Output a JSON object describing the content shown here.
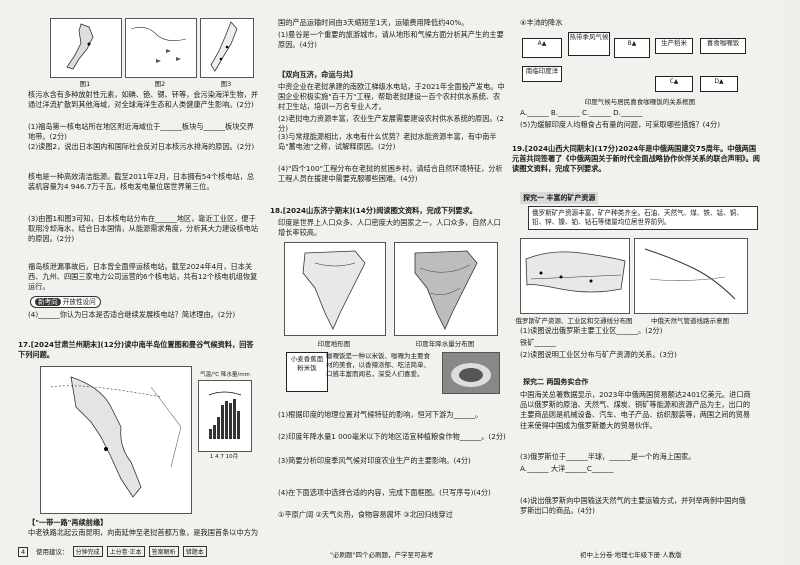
{
  "left": {
    "fig_caps": [
      "图1",
      "图2",
      "图3"
    ],
    "intro": "核污水含有多种放射性元素，如碘、铯、锶、钚等，会污染海洋生物，并通过洋流扩散到其他海域，对全球海洋生态和人类健康产生影响。(2分)",
    "q1": "(1)福岛第一核电站所在地区附近海域位于______板块与______板块交界地带。(2分)",
    "q2": "(2)读图2，说出日本国内和国际社会反对日本核污水排海的原因。(2分)",
    "para_nuclear": "核电是一种高效清洁能源。截至2011年2月，日本拥有54个核电站，总装机容量为4 946.7万千瓦，核电发电量位居世界第三位。",
    "q3": "(3)由图1和图3可知，日本核电站分布在______地区，靠近工业区，便于取用冷却海水，结合日本国情，从能源需求角度，分析其大力建设核电站的原因。(2分)",
    "para_fukushima": "福岛核泄漏事故后，日本曾全面停运核电站。截至2024年4月，日本关西、九州、四国三家电力公司运营的6个核电站，共有12个核电机组恢复运行。",
    "tag_new": "新考向",
    "tag_open": "开放性设问",
    "q4": "(4)______你认为日本是否适合继续发展核电站？简述理由。(2分)",
    "q17": "17.[2024甘肃兰州期末](12分)读中南半岛位置图和曼谷气候资料，回答下列问题。",
    "climate_label": "气温/℃ 降水量/mm",
    "months": "1 4 7 10月",
    "belt_title": "【\"一带一路\"再续前缘】",
    "belt_text": "中老铁路北起云南昆明，向南延伸至老挝首都万象，是我国首条以中方为主投资建设、全线采用中国标准，与中国铁路网直接连通的国际铁路。",
    "page_no": "4",
    "footer_label": "使用建议：",
    "footer_tags": [
      "分钟完成",
      "上分卷·正本",
      "答案解析",
      "错题本"
    ]
  },
  "middle": {
    "top1": "国的产品运输时间由3天缩短至1天，运输费用降低约40%。",
    "q17_1": "(1)曼谷是一个重要的旅游城市，请从地形和气候方面分析其产生的主要原因。(4分)",
    "section_title": "【双向互济，命运与共】",
    "para1": "中资企业在老挝承建的南欧江梯级水电站，于2021年全面投产发电。中国企业积极实施\"百千万\"工程，帮助老挝建设一百个农村供水系统、农村卫生站，培训一万名专业人才。",
    "q2": "(2)老挝电力资源丰富，农业生产发展需要建设农村供水系统的原因。(2分)",
    "q3": "(3)与常规能源相比，水电有什么优势？老挝水能资源丰富，有中南半岛\"蓄电池\"之称，试解释原因。(2分)",
    "q4": "(4)\"四个100\"工程分布在老挝的贫困乡村，请结合自然环境特征，分析工程人员在援建中需要克服哪些困难。(4分)",
    "q18": "18.[2024山东济宁期末](14分)阅读图文资料，完成下列要求。",
    "q18_desc": "印度是世界上人口众多、人口密度大的国家之一，人口众多，自然人口增长率较高。",
    "map1_cap": "印度地形图",
    "map2_cap": "印度年降水量分布图",
    "food_label": "小麦香蕉面粉米饭",
    "food_text": "咖喱饭是一种以米饭、咖喱为主要食材的美食，以香辣浓郁、吃法简单、口感丰富而闻名，深受人们喜爱。",
    "q18_1": "(1)根据印度的地理位置对气候特征的影响，恒河下游为______。",
    "q18_2": "(2)印度年降水量1 000毫米以下的地区适宜种植粮食作物______。(2分)",
    "q18_3": "(3)简要分析印度季风气候对印度农业生产的主要影响。(4分)",
    "q18_4": "(4)在下面选项中选择合适的内容，完成下面框图。(只写序号)(4分)",
    "options": "①平原广阔   ②天气炎热，食物容易腐坏   ③北回归线穿过",
    "footer": "\"必刷题\"四个必刷题，产学至可高考"
  },
  "right": {
    "flow_title": "④丰沛的降水",
    "flow_boxes": [
      "热带季风气候",
      "生产稻米",
      "喜食咖喱饭",
      "南临印度洋"
    ],
    "flow_caption": "印度气候与居民喜食咖喱饭的关系框图",
    "blanks": "A.______  B.______  C.______  D.______",
    "q5": "(5)为缓解印度人均粮食占有量的问题，可采取哪些措施？(4分)",
    "q19": "19.[2024山西大同期末](17分)2024年是中俄两国建交75周年。中俄两国元首共同签署了《中俄两国关于新时代全面战略协作伙伴关系的联合声明》。阅读图文资料，完成下列要求。",
    "explore1": "探究一 丰富的矿产资源",
    "mineral_box": "俄罗斯矿产资源丰富，矿产种类齐全。石油、天然气、煤、铁、锰、铜、铅、锌、镍、铂、钻石等储量均位居世界前列。",
    "map_cap1": "俄罗斯矿产资源、工业区和交通线分布图",
    "map_cap2": "中俄天然气管道线路示意图",
    "q19_1": "(1)读图说出俄罗斯主要工业区______。(2分)",
    "q19_1b": "铁矿______",
    "q19_2": "(2)读图说明工业区分布与矿产资源的关系。(3分)",
    "explore2": "探究二 两国务实合作",
    "para_trade": "中国海关总署数据显示，2023年中俄两国贸易额达2401亿美元。进口商品以俄罗斯的原油、天然气、煤炭、铜矿等能源和资源产品为主，出口的主要商品则是机械设备、汽车、电子产品、纺织服装等，两国之间的贸易往来使得中国成为俄罗斯最大的贸易伙伴。",
    "q19_3": "(3)俄罗斯位于______半球，______是一个的海上国家。",
    "q19_3b": "A.______  大洋______C______",
    "q19_4": "(4)说出俄罗斯向中国输送天然气的主要运输方式，并列举两例中国向俄罗斯出口的商品。(4分)",
    "footer": "初中上分卷·地理七年级下册·人教版"
  }
}
